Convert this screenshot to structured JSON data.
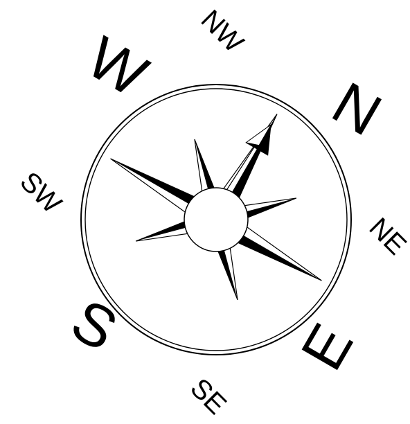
{
  "compass": {
    "labels": {
      "n": "N",
      "e": "E",
      "s": "S",
      "w": "W",
      "nw": "NW",
      "ne": "NE",
      "se": "SE",
      "sw": "SW"
    },
    "colors": {
      "ink": "#000000",
      "paper": "#ffffff"
    }
  }
}
